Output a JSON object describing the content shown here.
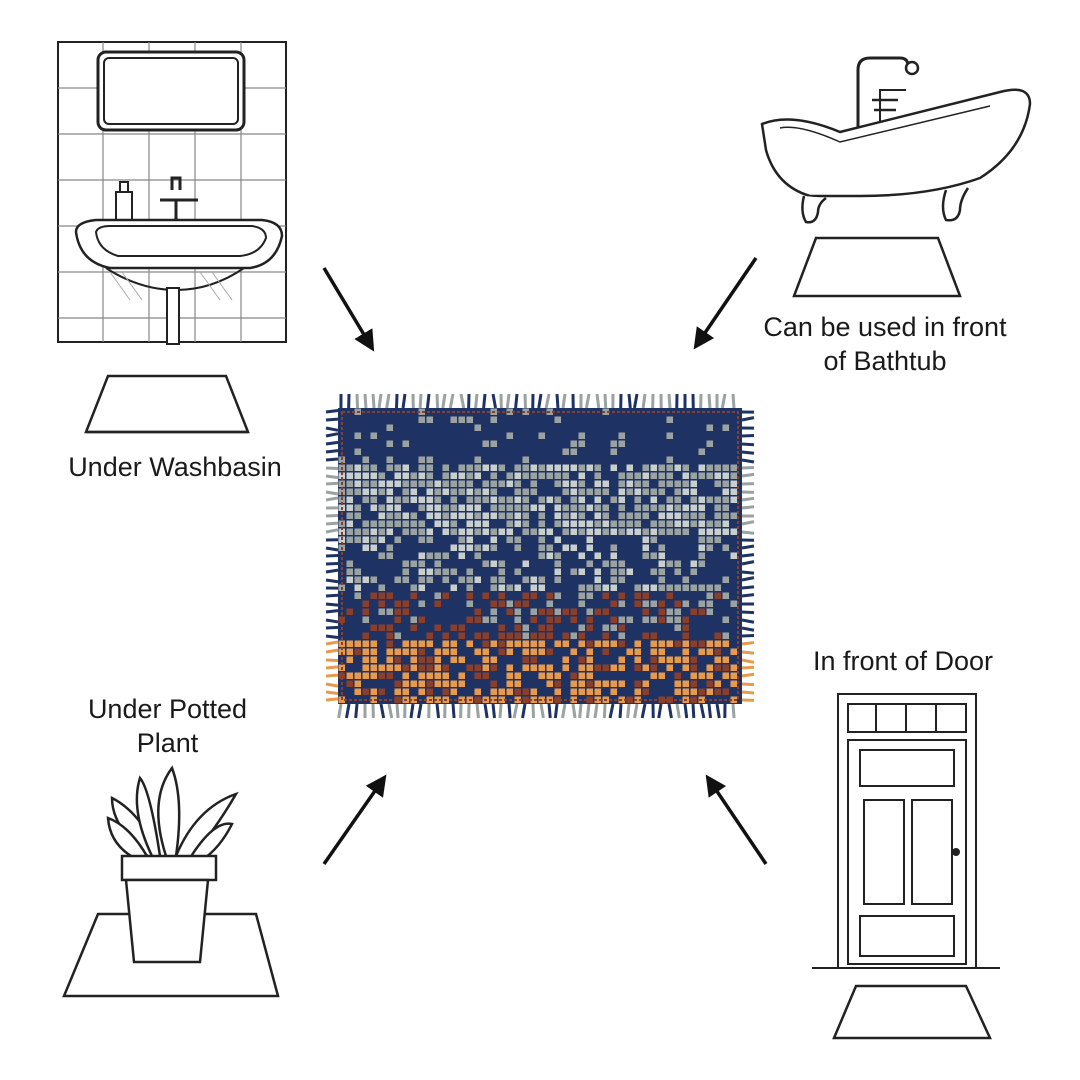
{
  "labels": {
    "washbasin": "Under Washbasin",
    "bathtub": "Can be used in front\nof Bathtub",
    "plant": "Under Potted\nPlant",
    "door": "In front of Door"
  },
  "icons": {
    "washbasin": "washbasin-sketch-icon",
    "bathtub": "bathtub-sketch-icon",
    "plant": "potted-plant-sketch-icon",
    "door": "door-sketch-icon",
    "mat": "bath-mat-outline-icon",
    "arrow": "arrow-icon"
  },
  "rug": {
    "colors": {
      "navy": "#1f3264",
      "grey": "#9aa3a1",
      "orange": "#e79a4c",
      "rust": "#8a3f2b",
      "light": "#c9cfcc"
    }
  }
}
